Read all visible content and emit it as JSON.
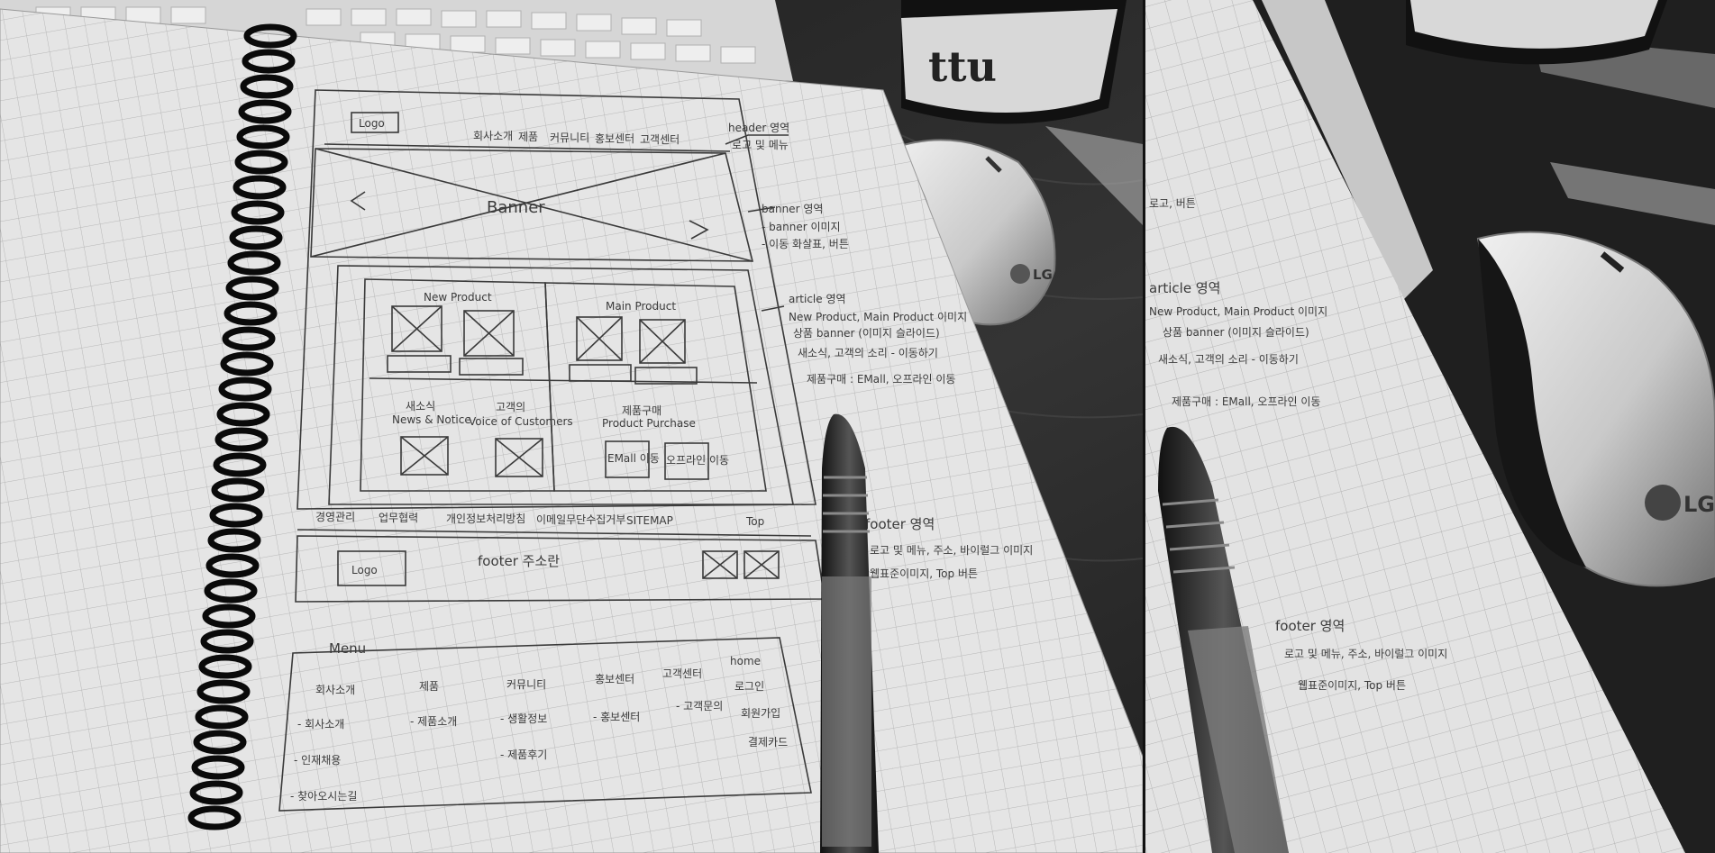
{
  "photo": {
    "left": {
      "sketch": {
        "logo": "Logo",
        "nav": [
          "회사소개",
          "제품",
          "커뮤니티",
          "홍보센터",
          "고객센터"
        ],
        "header_note": "header 영역",
        "header_note_sub": "로고 및 메뉴",
        "banner": "Banner",
        "banner_note": "banner 영역",
        "banner_note_sub_1": "- banner 이미지",
        "banner_note_sub_2": "- 이동 화살표, 버튼",
        "new_product": "New Product",
        "main_product": "Main Product",
        "news_title_ko": "새소식",
        "news_title_en": "News & Notice",
        "voice_title_ko": "고객의",
        "voice_title_en": "Voice of Customers",
        "purchase_title_ko": "제품구매",
        "purchase_title_en": "Product Purchase",
        "emall": "EMall 이동",
        "offline": "오프라인 이동",
        "footer_links": [
          "경영관리",
          "업무협력",
          "개인정보처리방침",
          "이메일무단수집거부",
          "SITEMAP"
        ],
        "top_btn": "Top",
        "footer_logo": "Logo",
        "footer_note": "footer 주소란",
        "article_note": "article 영역",
        "article_bullet_1": "New Product, Main Product 이미지",
        "article_bullet_1b": "상품 banner (이미지 슬라이드)",
        "article_bullet_2": "새소식, 고객의 소리 - 이동하기",
        "article_bullet_3": "제품구매 : EMall, 오프라인 이동",
        "footer_area": "footer 영역",
        "footer_area_sub_1": "로고 및 메뉴, 주소, 바이럴그 이미지",
        "footer_area_sub_2": "웹표준이미지, Top 버튼",
        "menu_title": "Menu",
        "menu_cols": [
          {
            "head": "회사소개",
            "items": [
              "- 회사소개",
              "- 인재채용",
              "- 찾아오시는길"
            ]
          },
          {
            "head": "제품",
            "items": [
              "- 제품소개"
            ]
          },
          {
            "head": "커뮤니티",
            "items": [
              "- 생활정보",
              "- 제품후기"
            ]
          },
          {
            "head": "홍보센터",
            "items": [
              "- 홍보센터"
            ]
          },
          {
            "head": "고객센터",
            "items": [
              "- 고객문의"
            ]
          },
          {
            "head": "home",
            "items": [
              "로그인",
              "회원가입",
              "결제카드"
            ]
          }
        ]
      },
      "bottle_text": "ttu",
      "mouse_brand": "LG"
    },
    "right": {
      "lines": [
        "로고, 버튼",
        "article 영역",
        "New Product, Main Product 이미지",
        "상품 banner (이미지 슬라이드)",
        "새소식, 고객의 소리 - 이동하기",
        "제품구매 : EMall, 오프라인 이동",
        "footer 영역",
        "로고 및 메뉴, 주소, 바이럴그 이미지",
        "웹표준이미지, Top 버튼"
      ],
      "mouse_brand": "LG"
    },
    "palette": {
      "paper": "#e7e7e7",
      "grid": "#b8b8b8",
      "ink": "#3a3a3a",
      "desk": "#1f1f1f",
      "metal": "#c8c8c8"
    }
  }
}
